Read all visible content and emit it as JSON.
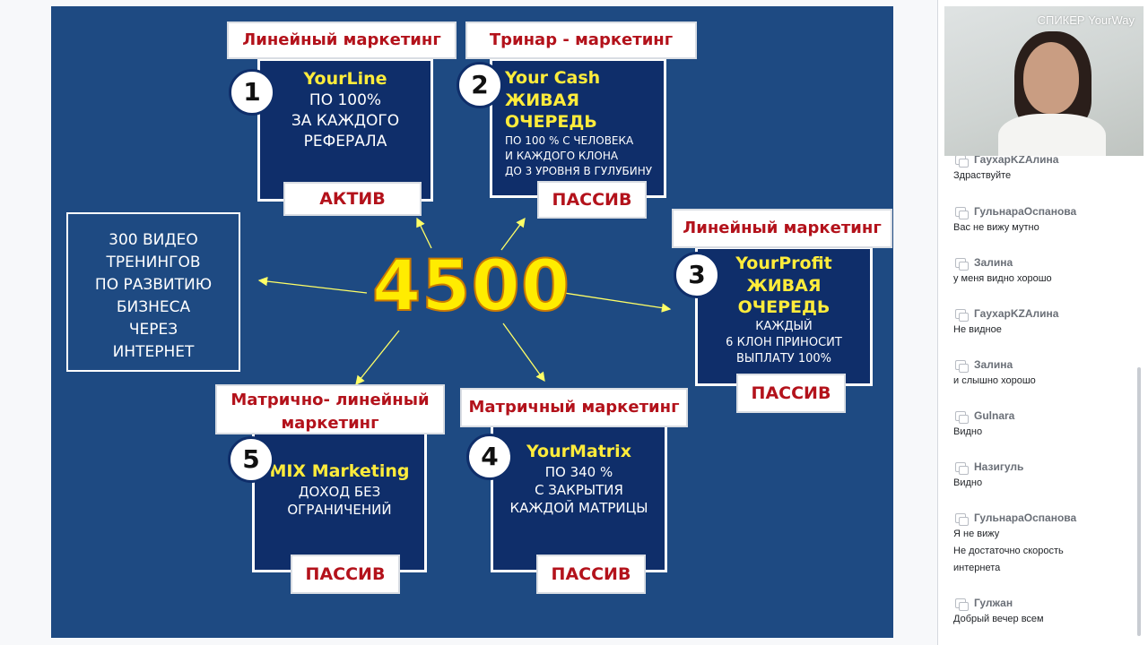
{
  "slide": {
    "center_number": "4500",
    "left_box_lines": [
      "300 ВИДЕО",
      "ТРЕНИНГОВ",
      "ПО РАЗВИТИЮ",
      "БИЗНЕСА",
      "ЧЕРЕЗ",
      "ИНТЕРНЕТ"
    ],
    "cards": [
      {
        "header": "Линейный маркетинг",
        "number": "1",
        "title": "YourLine",
        "lines": [
          "ПО 100%",
          "ЗА КАЖДОГО",
          "РЕФЕРАЛА"
        ],
        "tag": "АКТИВ"
      },
      {
        "header": "Тринар - маркетинг",
        "number": "2",
        "title": "Your Cash",
        "subtitle": "ЖИВАЯ ОЧЕРЕДЬ",
        "lines": [
          "ПО 100 % С ЧЕЛОВЕКА",
          "И КАЖДОГО КЛОНА",
          "ДО 3 УРОВНЯ В ГУЛУБИНУ"
        ],
        "tag": "ПАССИВ"
      },
      {
        "header": "Линейный маркетинг",
        "number": "3",
        "title": "YourProfit",
        "subtitle": "ЖИВАЯ ОЧЕРЕДЬ",
        "lines": [
          "КАЖДЫЙ",
          "6 КЛОН ПРИНОСИТ",
          "ВЫПЛАТУ 100%"
        ],
        "tag": "ПАССИВ"
      },
      {
        "header": "Матричный маркетинг",
        "number": "4",
        "title": "YourMatrix",
        "lines": [
          "ПО 340 %",
          "С ЗАКРЫТИЯ",
          "КАЖДОЙ  МАТРИЦЫ"
        ],
        "tag": "ПАССИВ"
      },
      {
        "header": "Матрично- линейный маркетинг",
        "number": "5",
        "title": "MIX Marketing",
        "lines": [
          "ДОХОД БЕЗ",
          "ОГРАНИЧЕНИЙ"
        ],
        "tag": "ПАССИВ"
      }
    ]
  },
  "video": {
    "speaker_label": "СПИКЕР YourWay"
  },
  "chat": {
    "messages": [
      {
        "name": "ГаухарKZАлина",
        "text": "Здраствуйте"
      },
      {
        "name": "ГульнараОспанова",
        "text": "Вас не вижу мутно"
      },
      {
        "name": "Залина",
        "text": "у меня видно хорошо"
      },
      {
        "name": "ГаухарKZАлина",
        "text": "Не видное"
      },
      {
        "name": "Залина",
        "text": "и слышно хорошо"
      },
      {
        "name": "Gulnara",
        "text": "Видно"
      },
      {
        "name": "Назигуль",
        "text": "Видно"
      },
      {
        "name": "ГульнараОспанова",
        "text": "Я не вижу\nНе достаточно скорость\nинтернета"
      },
      {
        "name": "Гулжан",
        "text": "Добрый вечер всем"
      }
    ]
  }
}
